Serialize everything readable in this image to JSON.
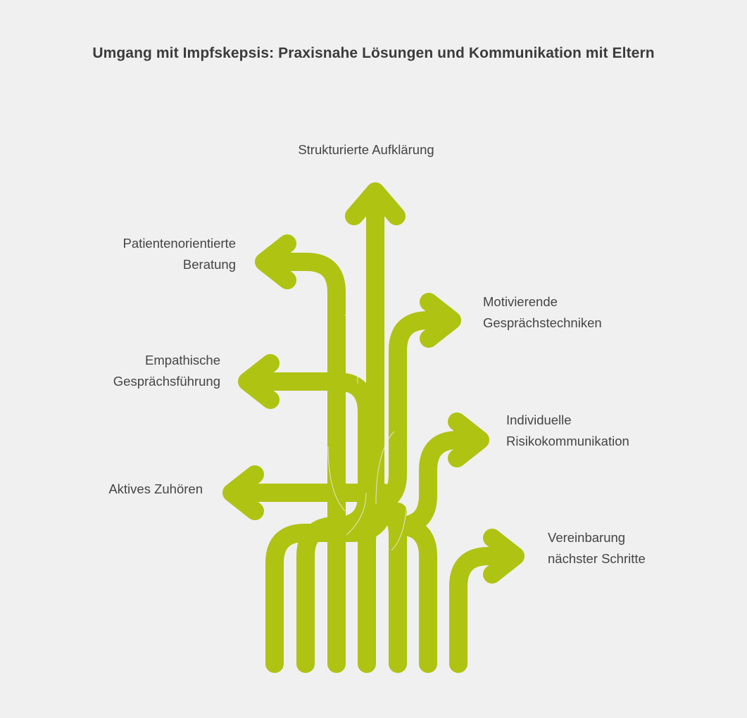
{
  "title": "Umgang mit Impfskepsis: Praxisnahe Lösungen und Kommunikation mit Eltern",
  "colors": {
    "background": "#f0f0f0",
    "arrow": "#AFC312",
    "title_text": "#3b3b3b",
    "label_text": "#454545"
  },
  "diagram": {
    "type": "branching-arrows",
    "stem_count": 7,
    "branches": [
      {
        "id": "strukturierte",
        "label": "Strukturierte Aufklärung",
        "direction": "up"
      },
      {
        "id": "patienten",
        "label": "Patientenorientierte\nBeratung",
        "direction": "left"
      },
      {
        "id": "motivierende",
        "label": "Motivierende\nGesprächstechniken",
        "direction": "right"
      },
      {
        "id": "empathische",
        "label": "Empathische\nGesprächsführung",
        "direction": "left"
      },
      {
        "id": "individuelle",
        "label": "Individuelle\nRisikokommunikation",
        "direction": "right"
      },
      {
        "id": "aktives",
        "label": "Aktives Zuhören",
        "direction": "left"
      },
      {
        "id": "vereinbarung",
        "label": "Vereinbarung\nnächster Schritte",
        "direction": "right"
      }
    ]
  }
}
